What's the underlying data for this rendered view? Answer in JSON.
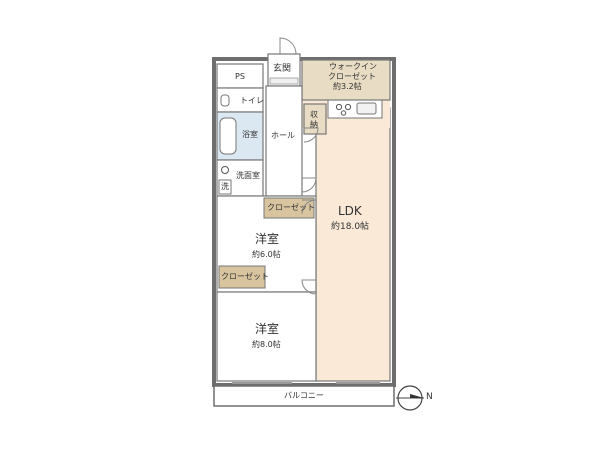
{
  "rooms": {
    "ps": "PS",
    "entrance": "玄関",
    "walkin_line1": "ウォークイン",
    "walkin_line2": "クローゼット",
    "walkin_size": "約3.2帖",
    "toilet": "トイレ",
    "storage_line1": "収",
    "storage_line2": "納",
    "bath": "浴室",
    "hall": "ホール",
    "washroom": "洗面室",
    "washer": "洗",
    "closet_upper": "クローゼット",
    "ldk": "LDK",
    "ldk_size": "約18.0帖",
    "western1": "洋室",
    "western1_size": "約6.0帖",
    "closet_lower": "クローゼット",
    "western2": "洋室",
    "western2_size": "約8.0帖",
    "balcony": "バルコニー"
  },
  "compass": {
    "label": "N"
  },
  "colors": {
    "wall": "#6e6e6e",
    "ldk_floor": "#f9e9d6",
    "walkin_floor": "#e8dcc4",
    "closet_floor": "#d8c5a0",
    "wet_floor": "#dbe7f1",
    "white_floor": "#ffffff"
  }
}
